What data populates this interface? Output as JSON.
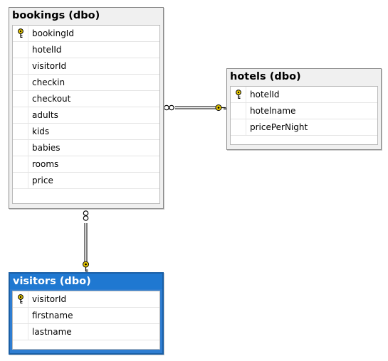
{
  "colors": {
    "selected_header": "#1f78d1",
    "key_icon": "#e8c800",
    "connector": "#000000"
  },
  "tables": {
    "bookings": {
      "title": "bookings (dbo)",
      "columns": [
        {
          "name": "bookingId",
          "primary_key": true
        },
        {
          "name": "hotelId",
          "primary_key": false
        },
        {
          "name": "visitorId",
          "primary_key": false
        },
        {
          "name": "checkin",
          "primary_key": false
        },
        {
          "name": "checkout",
          "primary_key": false
        },
        {
          "name": "adults",
          "primary_key": false
        },
        {
          "name": "kids",
          "primary_key": false
        },
        {
          "name": "babies",
          "primary_key": false
        },
        {
          "name": "rooms",
          "primary_key": false
        },
        {
          "name": "price",
          "primary_key": false
        }
      ]
    },
    "hotels": {
      "title": "hotels (dbo)",
      "columns": [
        {
          "name": "hotelId",
          "primary_key": true
        },
        {
          "name": "hotelname",
          "primary_key": false
        },
        {
          "name": "pricePerNight",
          "primary_key": false
        }
      ]
    },
    "visitors": {
      "title": "visitors (dbo)",
      "selected": true,
      "columns": [
        {
          "name": "visitorId",
          "primary_key": true
        },
        {
          "name": "firstname",
          "primary_key": false
        },
        {
          "name": "lastname",
          "primary_key": false
        }
      ]
    }
  },
  "relationships": [
    {
      "from": "bookings",
      "to": "hotels",
      "many_end": "bookings",
      "one_end": "hotels"
    },
    {
      "from": "bookings",
      "to": "visitors",
      "many_end": "bookings",
      "one_end": "visitors"
    }
  ]
}
